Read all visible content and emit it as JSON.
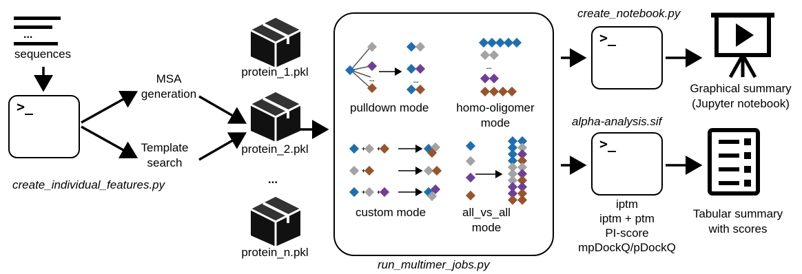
{
  "inputs": {
    "sequences_label": "sequences",
    "ellipsis": "..."
  },
  "feature_step": {
    "msa_label": "MSA\ngeneration",
    "template_label": "Template\nsearch",
    "script_name": "create_individual_features.py"
  },
  "proteins": {
    "items": [
      "protein_1.pkl",
      "protein_2.pkl",
      "protein_n.pkl"
    ],
    "ellipsis": "..."
  },
  "multimer_step": {
    "script_name": "run_multimer_jobs.py",
    "modes": [
      "pulldown mode",
      "homo-oligomer\nmode",
      "custom mode",
      "all_vs_all\nmode"
    ],
    "dots": "...",
    "plus": "+"
  },
  "notebook_step": {
    "script_name": "create_notebook.py",
    "output_label": "Graphical summary\n(Jupyter notebook)"
  },
  "analysis_step": {
    "script_name": "alpha-analysis.sif",
    "scores": [
      "iptm",
      "iptm + ptm",
      "PI-score",
      "mpDockQ/pDockQ"
    ],
    "output_label": "Tabular summary\nwith scores"
  },
  "prompt_glyph": ">_",
  "colors": {
    "blue": "#1d6fb4",
    "gray": "#a3a3a3",
    "purple": "#6e3f99",
    "brown": "#99542a"
  }
}
